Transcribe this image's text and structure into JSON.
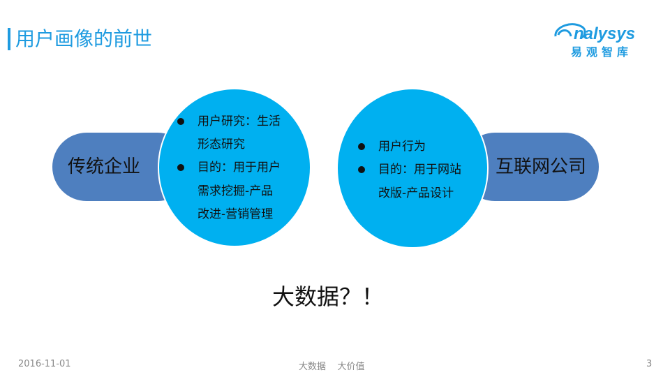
{
  "header": {
    "title": "用户画像的前世",
    "logo_text": "nalysys",
    "logo_sub": "易观智库"
  },
  "left": {
    "label": "传统企业",
    "lines": [
      "用户研究：生活",
      "形态研究",
      "目的：用于用户",
      "需求挖掘-产品",
      "改进-营销管理"
    ]
  },
  "right": {
    "label": "互联网公司",
    "lines": [
      "用户行为",
      "目的：用于网站",
      "改版-产品设计"
    ]
  },
  "center": {
    "text": "大数据？！"
  },
  "footer": {
    "date": "2016-11-01",
    "slogan": "大数据    大价值",
    "page": "3"
  },
  "colors": {
    "accent": "#1e9be0",
    "pill": "#4e7fbf",
    "circle": "#00b0f0"
  }
}
